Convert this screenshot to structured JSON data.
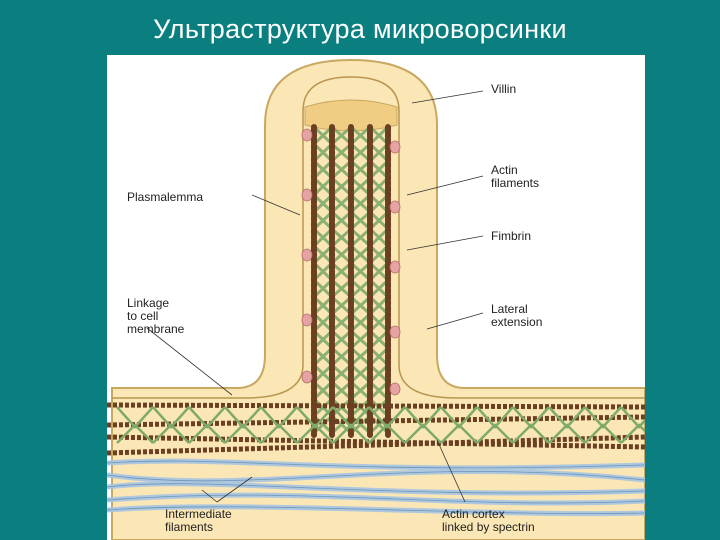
{
  "slide": {
    "title": "Ультраструктура микроворсинки"
  },
  "diagram": {
    "labels": {
      "villin": "Villin",
      "actin_1": "Actin",
      "actin_2": "filaments",
      "fimbrin": "Fimbrin",
      "lateral_1": "Lateral",
      "lateral_2": "extension",
      "plasmalemma": "Plasmalemma",
      "linkage_1": "Linkage",
      "linkage_2": "to cell",
      "linkage_3": "membrane",
      "intermediate_1": "Intermediate",
      "intermediate_2": "filaments",
      "cortex_1": "Actin cortex",
      "cortex_2": "linked by spectrin"
    },
    "colors": {
      "background": "#0b7f80",
      "membrane_fill": "#fbe7b5",
      "membrane_edge": "#c9a862",
      "cap": "#f1cc83",
      "actin": "#6b3f22",
      "fimbrin": "#7faa6a",
      "lateral": "#e7a3a3",
      "intermediate": "#a9c6e0"
    }
  }
}
